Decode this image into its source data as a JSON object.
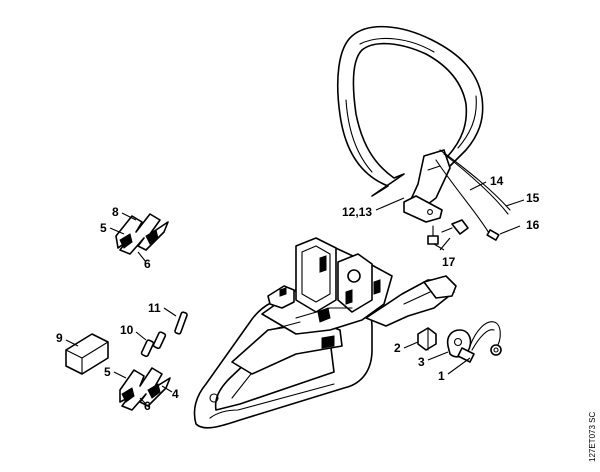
{
  "labels": {
    "p1": "1",
    "p2": "2",
    "p3": "3",
    "p4": "4",
    "p5a": "5",
    "p5b": "5",
    "p6a": "6",
    "p6b": "6",
    "p8": "8",
    "p9": "9",
    "p10": "10",
    "p11": "11",
    "p12_13": "12,13",
    "p14": "14",
    "p15": "15",
    "p16": "16",
    "p17": "17"
  },
  "drawing_ref": "127ET073 SC",
  "colors": {
    "line": "#000000",
    "paper": "#ffffff"
  }
}
